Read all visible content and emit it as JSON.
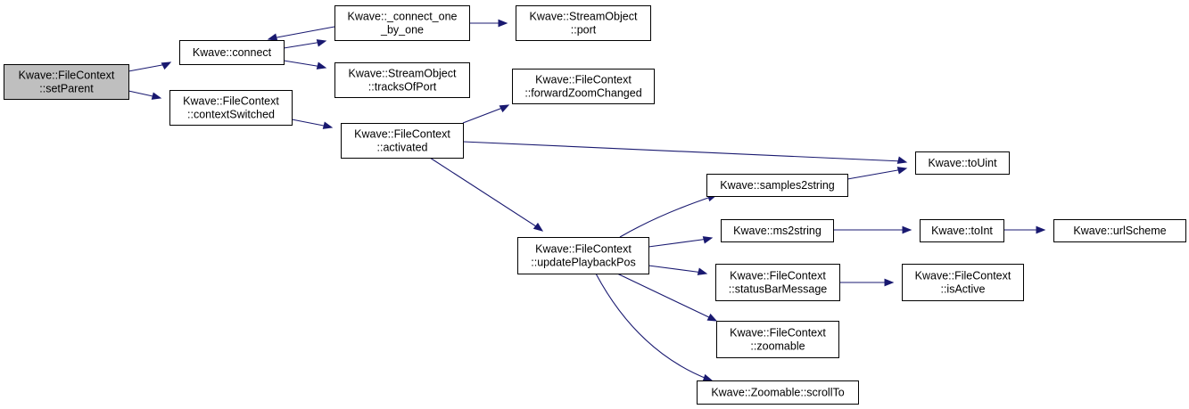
{
  "colors": {
    "edge": "#191970",
    "node_fill": "#ffffff",
    "root_fill": "#bfbfbf",
    "border": "#000000"
  },
  "nodes": {
    "setParent": [
      "Kwave::FileContext",
      "::setParent"
    ],
    "connect": [
      "Kwave::connect"
    ],
    "contextSwitched": [
      "Kwave::FileContext",
      "::contextSwitched"
    ],
    "connect_one_by_one": [
      "Kwave::_connect_one",
      "_by_one"
    ],
    "tracksOfPort": [
      "Kwave::StreamObject",
      "::tracksOfPort"
    ],
    "port": [
      "Kwave::StreamObject",
      "::port"
    ],
    "activated": [
      "Kwave::FileContext",
      "::activated"
    ],
    "forwardZoomChanged": [
      "Kwave::FileContext",
      "::forwardZoomChanged"
    ],
    "toUint": [
      "Kwave::toUint"
    ],
    "updatePlaybackPos": [
      "Kwave::FileContext",
      "::updatePlaybackPos"
    ],
    "samples2string": [
      "Kwave::samples2string"
    ],
    "ms2string": [
      "Kwave::ms2string"
    ],
    "statusBarMessage": [
      "Kwave::FileContext",
      "::statusBarMessage"
    ],
    "zoomable": [
      "Kwave::FileContext",
      "::zoomable"
    ],
    "scrollTo": [
      "Kwave::Zoomable::scrollTo"
    ],
    "toInt": [
      "Kwave::toInt"
    ],
    "urlScheme": [
      "Kwave::urlScheme"
    ],
    "isActive": [
      "Kwave::FileContext",
      "::isActive"
    ]
  }
}
